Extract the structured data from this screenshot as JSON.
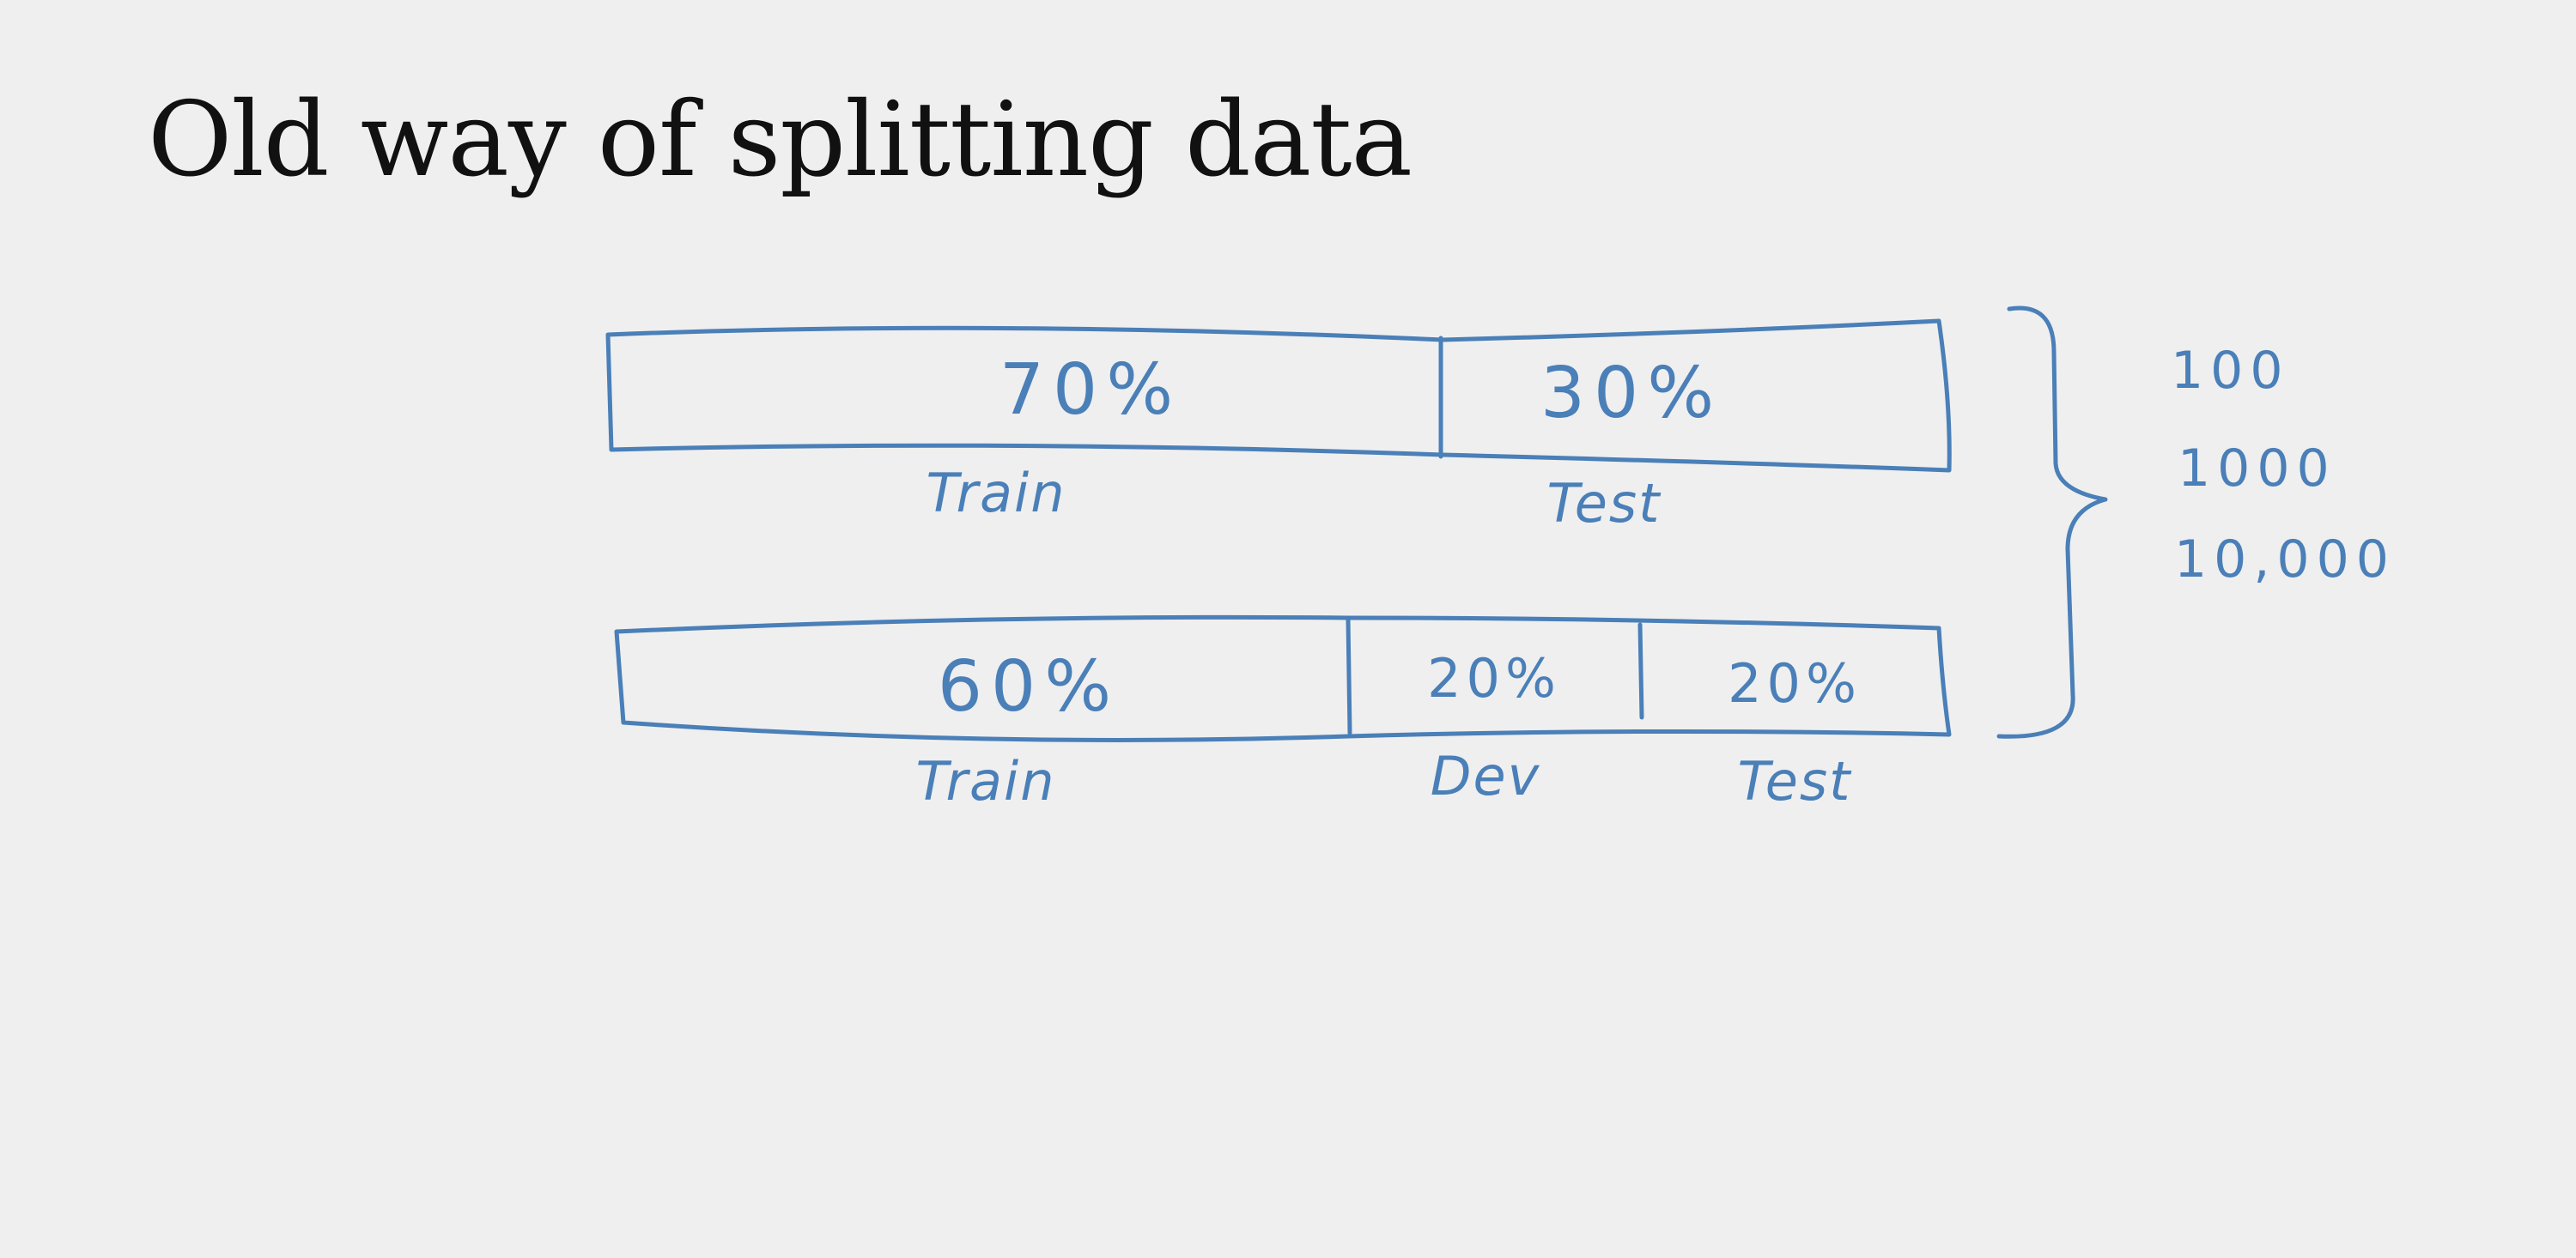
{
  "slide": {
    "title": "Old way of splitting data"
  },
  "split_a": {
    "segments": [
      {
        "percent": "70%",
        "label": "Train"
      },
      {
        "percent": "30%",
        "label": "Test"
      }
    ]
  },
  "split_b": {
    "segments": [
      {
        "percent": "60%",
        "label": "Train"
      },
      {
        "percent": "20%",
        "label": "Dev"
      },
      {
        "percent": "20%",
        "label": "Test"
      }
    ]
  },
  "dataset_sizes": [
    "100",
    "1000",
    "10,000"
  ],
  "colors": {
    "ink": "#4a7fb8",
    "title": "#111111",
    "background": "#efefef"
  }
}
